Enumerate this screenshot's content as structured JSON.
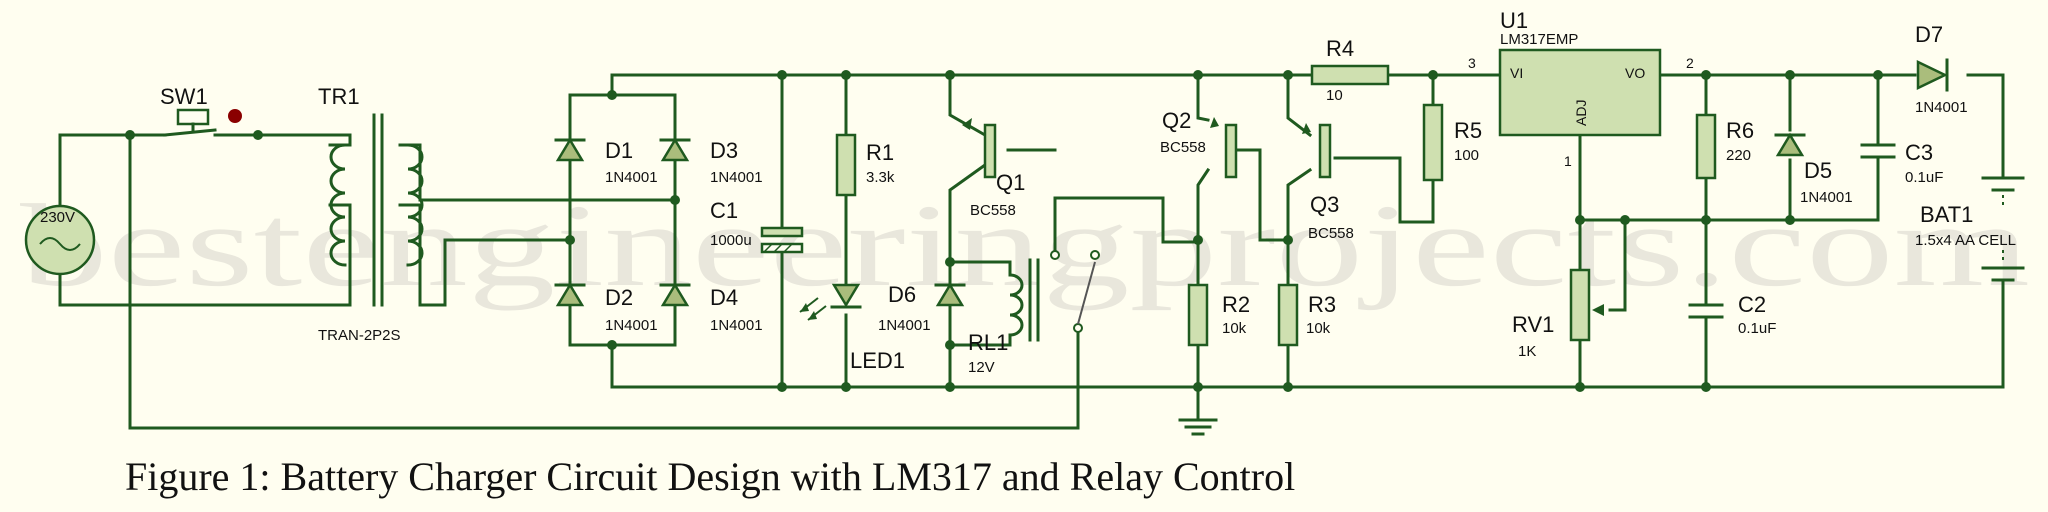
{
  "watermark": "bestengineeringprojects.com",
  "caption": "Figure 1: Battery Charger Circuit Design with LM317 and Relay Control",
  "colors": {
    "background": "#fffef0",
    "wire": "#1f5a1f",
    "component_fill": "#cfe0b0",
    "switch_indicator": "#8a0000"
  },
  "components": {
    "ac_source": {
      "value": "230V"
    },
    "sw1": {
      "ref": "SW1"
    },
    "tr1": {
      "ref": "TR1",
      "value": "TRAN-2P2S"
    },
    "d1": {
      "ref": "D1",
      "value": "1N4001"
    },
    "d2": {
      "ref": "D2",
      "value": "1N4001"
    },
    "d3": {
      "ref": "D3",
      "value": "1N4001"
    },
    "d4": {
      "ref": "D4",
      "value": "1N4001"
    },
    "c1": {
      "ref": "C1",
      "value": "1000u"
    },
    "r1": {
      "ref": "R1",
      "value": "3.3k"
    },
    "led1": {
      "ref": "LED1"
    },
    "q1": {
      "ref": "Q1",
      "value": "BC558"
    },
    "d6": {
      "ref": "D6",
      "value": "1N4001"
    },
    "rl1": {
      "ref": "RL1",
      "value": "12V"
    },
    "q2": {
      "ref": "Q2",
      "value": "BC558"
    },
    "q3": {
      "ref": "Q3",
      "value": "BC558"
    },
    "r2": {
      "ref": "R2",
      "value": "10k"
    },
    "r3": {
      "ref": "R3",
      "value": "10k"
    },
    "r4": {
      "ref": "R4",
      "value": "10"
    },
    "r5": {
      "ref": "R5",
      "value": "100"
    },
    "u1": {
      "ref": "U1",
      "value": "LM317EMP",
      "pin_in": "VI",
      "pin_out": "VO",
      "pin_adj": "ADJ",
      "pin1": "1",
      "pin2": "2",
      "pin3": "3"
    },
    "rv1": {
      "ref": "RV1",
      "value": "1K"
    },
    "r6": {
      "ref": "R6",
      "value": "220"
    },
    "d5": {
      "ref": "D5",
      "value": "1N4001"
    },
    "c3": {
      "ref": "C3",
      "value": "0.1uF"
    },
    "c2": {
      "ref": "C2",
      "value": "0.1uF"
    },
    "d7": {
      "ref": "D7",
      "value": "1N4001"
    },
    "bat1": {
      "ref": "BAT1",
      "value": "1.5x4 AA CELL"
    }
  }
}
